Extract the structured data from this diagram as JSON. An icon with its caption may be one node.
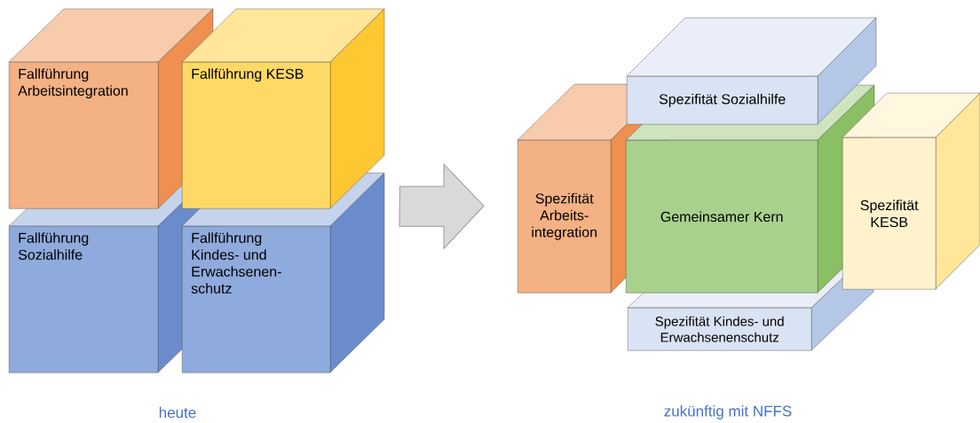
{
  "diagram": {
    "nodes": [
      {
        "text": [
          "Fallführung Arbeitsintegration"
        ]
      },
      {
        "text": [
          "Fallführung KESB"
        ]
      },
      {
        "text": [
          "Fallführung Sozialhilfe"
        ]
      },
      {
        "text": [
          "Fallführung Kindes- und Erwachsenen- schutz"
        ]
      },
      {
        "text": [
          "Spezifität Sozialhilfe"
        ]
      },
      {
        "text": [
          "Spezifität Arbeits- integration"
        ]
      },
      {
        "text": [
          "Gemeinsamer Kern"
        ]
      },
      {
        "text": [
          "Spezifität KESB"
        ]
      },
      {
        "text": [
          "Spezifität Kindes- und Erwachsenenschutz"
        ]
      }
    ],
    "edges": [
      {
        "from": 3,
        "to": 5,
        "arrow": "to"
      }
    ],
    "labels": [
      "heute",
      "zukünftig mit NFFS"
    ]
  }
}
